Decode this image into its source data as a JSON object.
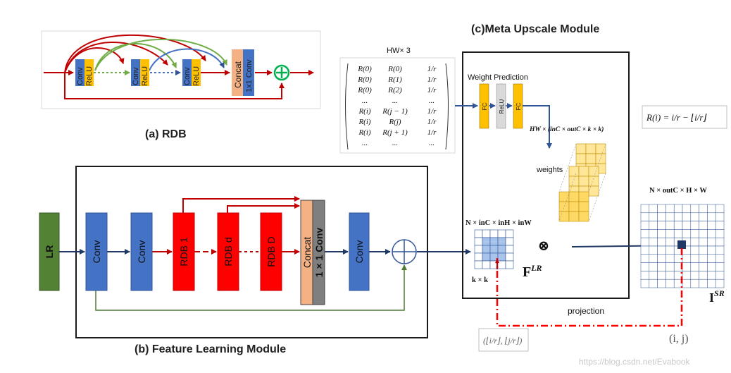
{
  "rdb": {
    "caption": "(a) RDB",
    "conv1": "Conv",
    "relu1": "ReLU",
    "conv2": "Conv",
    "relu2": "ReLU",
    "conv3": "Conv",
    "relu3": "ReLU",
    "concat": "Concat",
    "conv1x1": "1x1 Conv"
  },
  "feature": {
    "caption": "(b) Feature Learning  Module",
    "lr": "LR",
    "conv_a": "Conv",
    "conv_b": "Conv",
    "rdb1": "RDB 1",
    "rdbd": "RDB d",
    "rdbD": "RDB D",
    "concat": "Concat",
    "conv1x1": "1 × 1 Conv",
    "conv_c": "Conv"
  },
  "meta": {
    "title": "(c)Meta Upscale Module",
    "hw_label": "HW× 3",
    "matrix": [
      [
        "R(0)",
        "R(0)",
        "1/r"
      ],
      [
        "R(0)",
        "R(1)",
        "1/r"
      ],
      [
        "R(0)",
        "R(2)",
        "1/r"
      ],
      [
        "...",
        "...",
        "..."
      ],
      [
        "R(i)",
        "R(j − 1)",
        "1/r"
      ],
      [
        "R(i)",
        "R(j)",
        "1/r"
      ],
      [
        "R(i)",
        "R(j + 1)",
        "1/r"
      ],
      [
        "...",
        "...",
        "..."
      ]
    ],
    "weight_prediction": "Weight Prediction",
    "fc1": "FC",
    "relu": "ReLU",
    "fc2": "FC",
    "weight_shape": "HW × (inC × outC × k × k)",
    "weights_label": "weights",
    "formula": "R(i) = i/r − ⌊i/r⌋",
    "feature_shape": "N × inC × inH × inW",
    "kxk": "k × k",
    "flr": "F",
    "flr_sup": "LR",
    "otimes": "⊗",
    "output_shape": "N × outC × H × W",
    "isr": "I",
    "isr_sup": "SR",
    "projection": "projection",
    "proj_coord": "(⌊i/r⌋, ⌊j/r⌋)",
    "ij": "(i, j)",
    "watermark": "https://blog.csdn.net/Evabook"
  },
  "colors": {
    "red": "#ff0000",
    "blue": "#4472c4",
    "green": "#4e7b30",
    "orange": "#f4b183",
    "gold": "#ffc000",
    "navy": "#1f3864",
    "dark_red": "#c00000"
  }
}
